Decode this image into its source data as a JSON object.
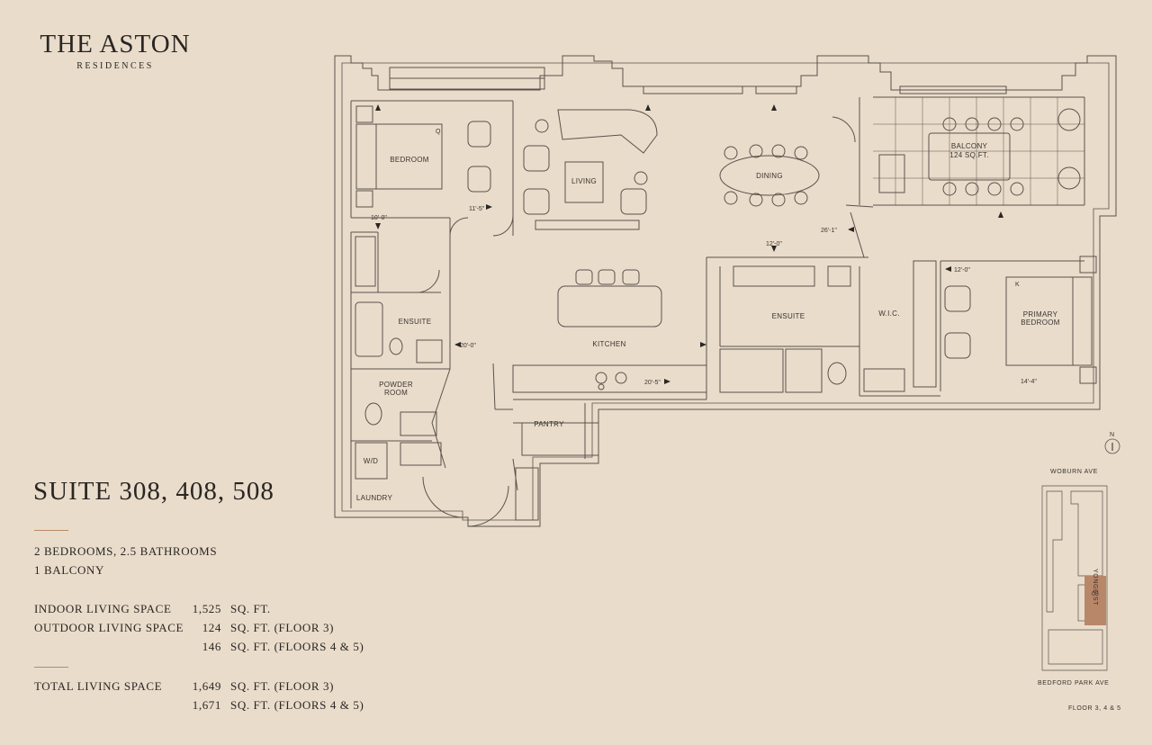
{
  "brand": {
    "name": "THE ASTON",
    "subtitle": "RESIDENCES"
  },
  "suite": {
    "title": "SUITE 308, 408, 508",
    "bedrooms_baths": "2 BEDROOMS, 2.5 BATHROOMS",
    "balcony": "1 BALCONY"
  },
  "areas": {
    "indoor": {
      "label": "INDOOR LIVING SPACE",
      "value": "1,525",
      "unit": "SQ. FT."
    },
    "outdoor": {
      "label": "OUTDOOR LIVING SPACE",
      "value": "124",
      "unit": "SQ. FT. (FLOOR 3)"
    },
    "outdoor_upper": {
      "value": "146",
      "unit": "SQ. FT. (FLOORS 4 & 5)"
    },
    "total": {
      "label": "TOTAL LIVING SPACE",
      "value": "1,649",
      "unit": "SQ. FT. (FLOOR 3)"
    },
    "total_upper": {
      "value": "1,671",
      "unit": "SQ. FT. (FLOORS 4 & 5)"
    }
  },
  "rooms": {
    "bedroom": "BEDROOM",
    "living": "LIVING",
    "dining": "DINING",
    "balcony": "BALCONY",
    "balcony_area": "124 SQ.FT.",
    "ensuite_left": "ENSUITE",
    "kitchen": "KITCHEN",
    "ensuite_right": "ENSUITE",
    "wic": "W.I.C.",
    "primary_1": "PRIMARY",
    "primary_2": "BEDROOM",
    "powder_1": "POWDER",
    "powder_2": "ROOM",
    "pantry": "PANTRY",
    "wd": "W/D",
    "laundry": "LAUNDRY"
  },
  "dimensions": {
    "bedroom_w": "10'-0\"",
    "bedroom_l": "11'-5\"",
    "living_l": "26'-1\"",
    "kitchen_w": "20'-0\"",
    "kitchen_l": "20'-5\"",
    "ensuite_w": "12'-0\"",
    "primary_w": "12'-0\"",
    "primary_l": "14'-4\""
  },
  "markers": {
    "q": "Q",
    "k": "K"
  },
  "key_plan": {
    "north": "N",
    "street_top": "WOBURN AVE",
    "street_right": "YONGE ST",
    "street_bottom": "BEDFORD PARK AVE",
    "unit": "08",
    "floors": "FLOOR 3, 4  & 5",
    "highlight_color": "#b8876a"
  },
  "colors": {
    "background": "#e9dccb",
    "line": "#5a524b",
    "accent": "#b98a66"
  }
}
